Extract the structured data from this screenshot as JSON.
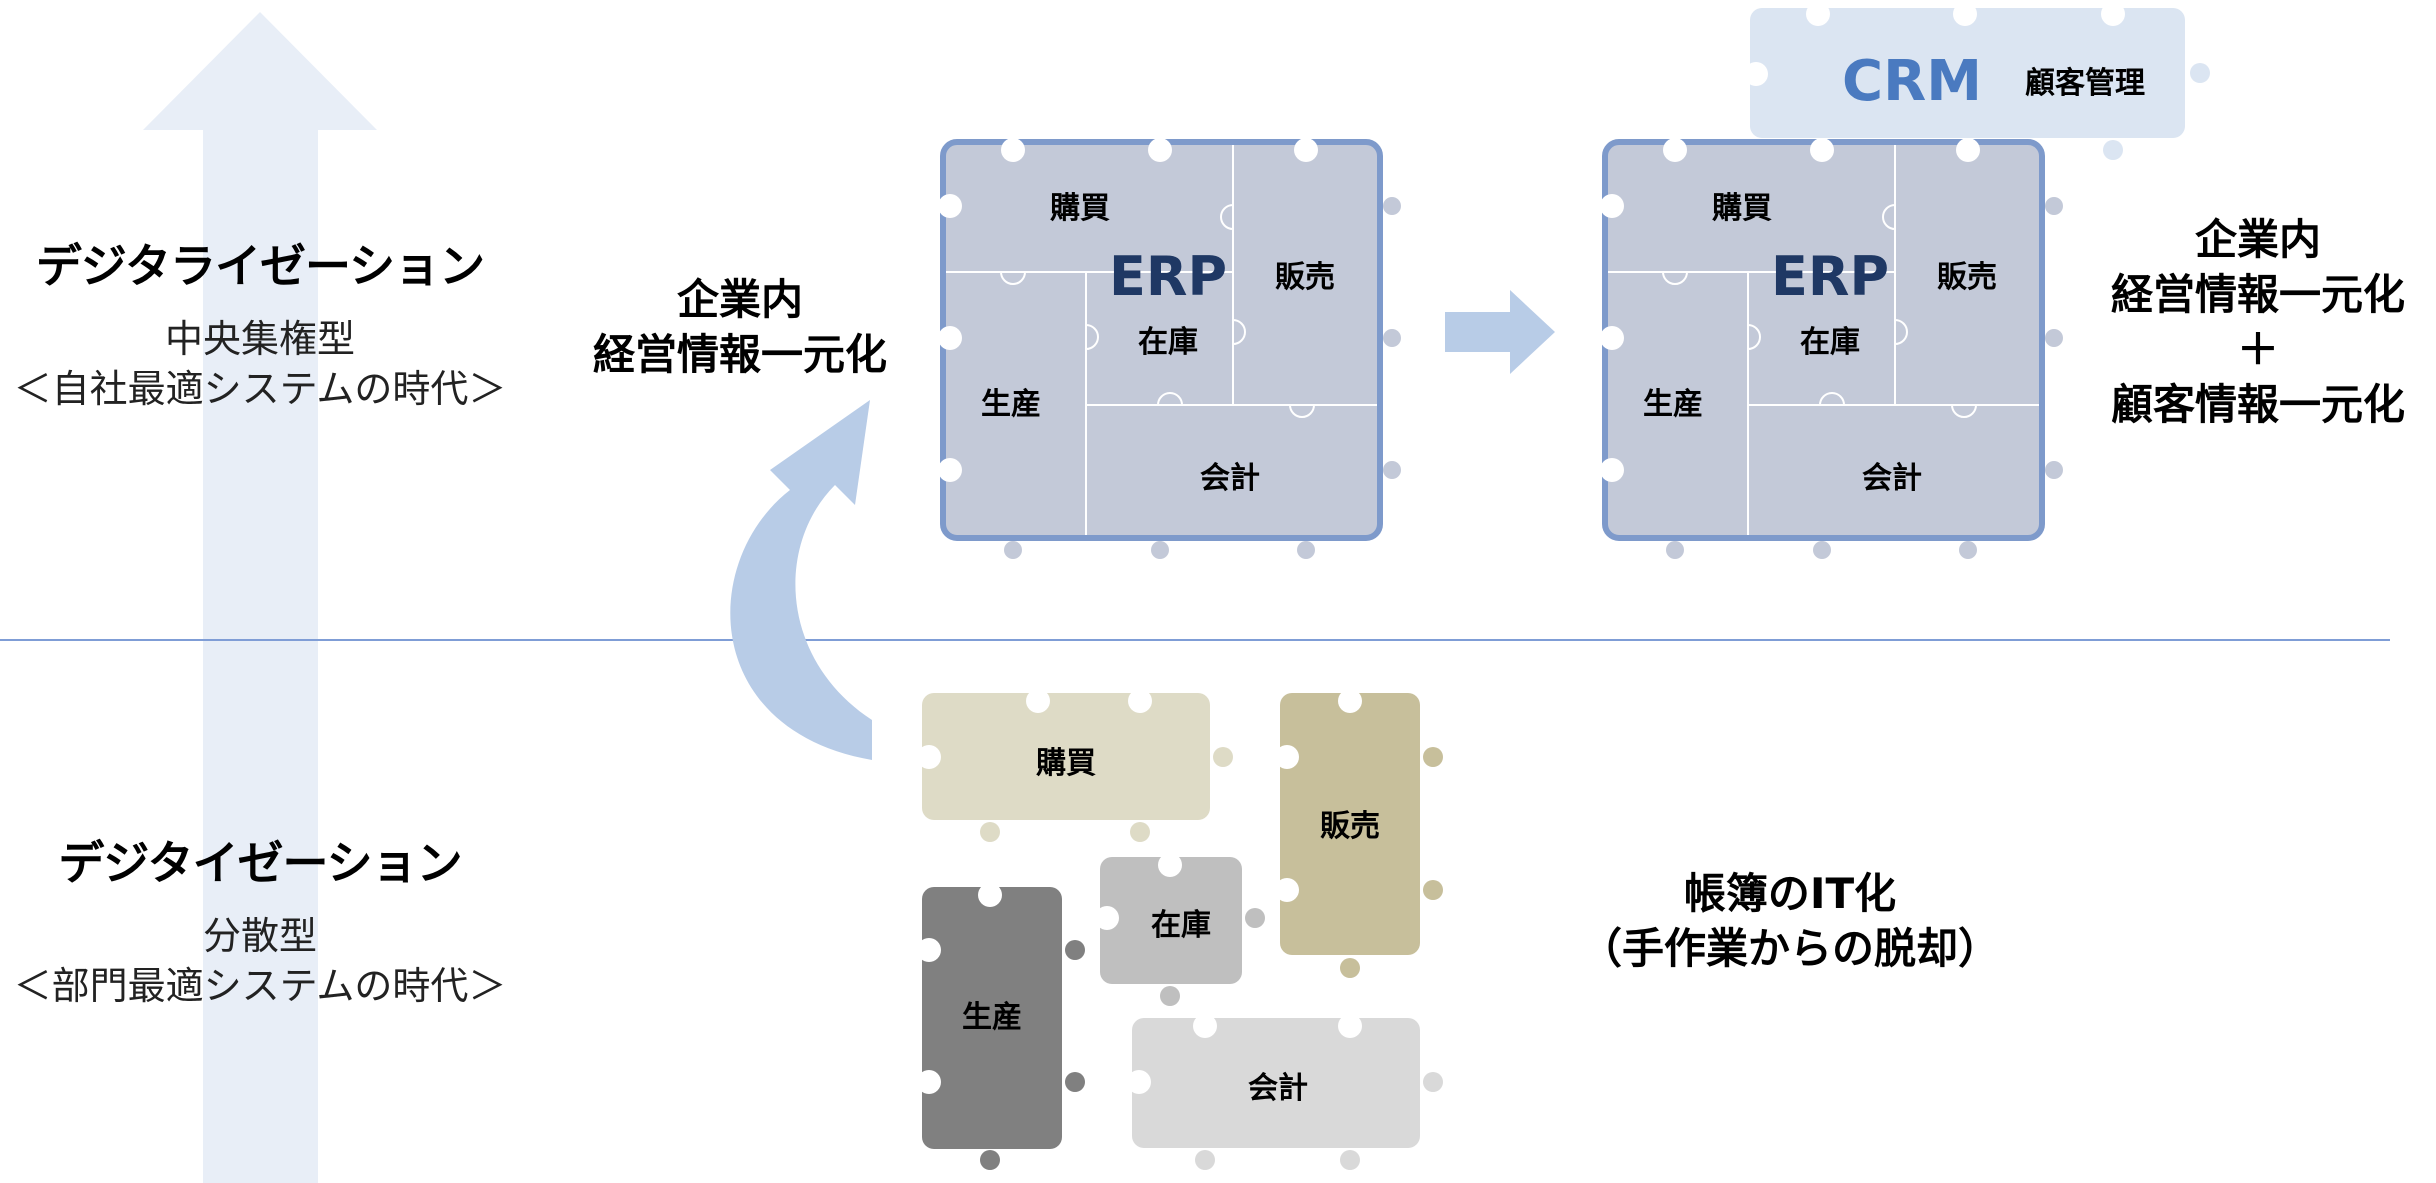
{
  "colors": {
    "arrow_bg": "#e8eef7",
    "divider": "#7f9dd6",
    "erp_piece": "#c3c9d8",
    "erp_frame": "#7e9acb",
    "erp_text": "#1f3864",
    "crm_piece": "#dbe5f2",
    "crm_text": "#4a7ac0",
    "arrow_blue": "#b8cce7",
    "purchase_piece": "#dedbc6",
    "sales_piece": "#c7bf9b",
    "inventory_piece": "#bfbfbf",
    "production_piece": "#808080",
    "accounting_piece": "#d9d9d9"
  },
  "upper_era": {
    "title": "デジタライゼーション",
    "type": "中央集権型",
    "subtitle": "＜自社最適システムの時代＞"
  },
  "lower_era": {
    "title": "デジタイゼーション",
    "type": "分散型",
    "subtitle": "＜部門最適システムの時代＞"
  },
  "erp_left": {
    "caption_line1": "企業内",
    "caption_line2": "経営情報一元化",
    "center": "ERP",
    "purchase": "購買",
    "sales": "販売",
    "inventory": "在庫",
    "production": "生産",
    "accounting": "会計"
  },
  "erp_right": {
    "center": "ERP",
    "purchase": "購買",
    "sales": "販売",
    "inventory": "在庫",
    "production": "生産",
    "accounting": "会計",
    "caption_line1": "企業内",
    "caption_line2": "経営情報一元化",
    "caption_plus": "＋",
    "caption_line3": "顧客情報一元化"
  },
  "crm": {
    "label": "CRM",
    "sub": "顧客管理"
  },
  "scattered": {
    "purchase": "購買",
    "sales": "販売",
    "inventory": "在庫",
    "production": "生産",
    "accounting": "会計",
    "caption_line1": "帳簿のIT化",
    "caption_line2": "（手作業からの脱却）"
  }
}
